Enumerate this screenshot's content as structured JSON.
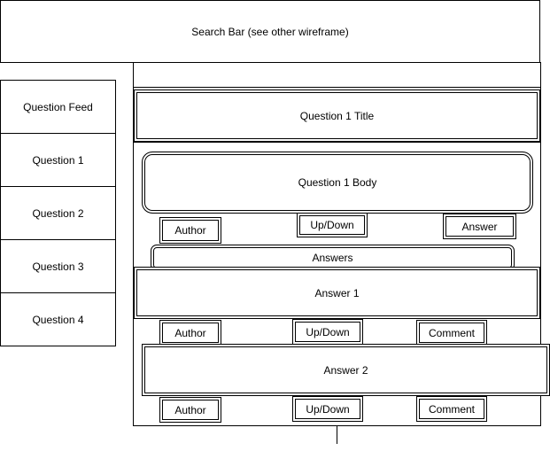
{
  "search_bar": {
    "label": "Search Bar (see other wireframe)"
  },
  "sidebar": {
    "items": [
      {
        "label": "Question Feed"
      },
      {
        "label": "Question 1"
      },
      {
        "label": "Question 2"
      },
      {
        "label": "Question 3"
      },
      {
        "label": "Question 4"
      }
    ]
  },
  "question": {
    "title": "Question 1 Title",
    "body": "Question 1 Body",
    "author_label": "Author",
    "vote_label": "Up/Down",
    "answer_label": "Answer"
  },
  "answers_header": {
    "label": "Answers"
  },
  "answers": [
    {
      "label": "Answer 1",
      "author_label": "Author",
      "vote_label": "Up/Down",
      "comment_label": "Comment"
    },
    {
      "label": "Answer 2",
      "author_label": "Author",
      "vote_label": "Up/Down",
      "comment_label": "Comment"
    }
  ]
}
